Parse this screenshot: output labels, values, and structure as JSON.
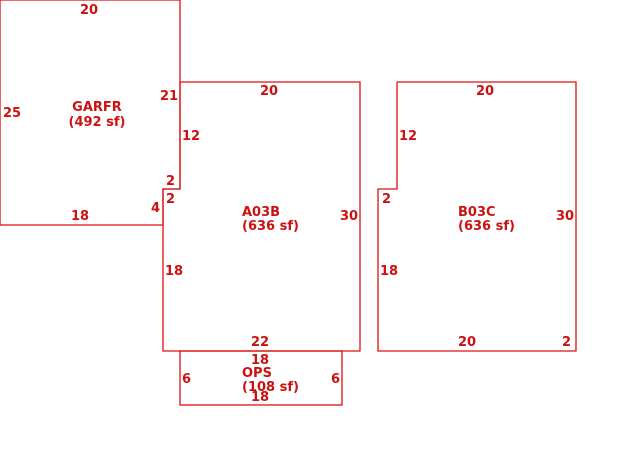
{
  "colors": {
    "line": "#dd1111",
    "text": "#cc1111",
    "background": "#ffffff"
  },
  "rooms": {
    "garfr": {
      "name": "GARFR",
      "area": "(492 sf)",
      "dims": {
        "top": "20",
        "left": "25",
        "right": "21",
        "bottom": "18",
        "notch_a": "2",
        "notch_b": "4"
      }
    },
    "a03b": {
      "name": "A03B",
      "area": "(636 sf)",
      "dims": {
        "top": "20",
        "upper_left": "12",
        "step_a": "2",
        "step_b": "2",
        "lower_left": "18",
        "right": "30",
        "bottom": "22"
      }
    },
    "b03c": {
      "name": "B03C",
      "area": "(636 sf)",
      "dims": {
        "top": "20",
        "upper_left": "12",
        "step": "2",
        "lower_left": "18",
        "right": "30",
        "bottom": "20",
        "corner": "2"
      }
    },
    "ops": {
      "name": "OPS",
      "area": "(108 sf)",
      "dims": {
        "top": "18",
        "left": "6",
        "right": "6",
        "bottom": "18"
      }
    }
  }
}
